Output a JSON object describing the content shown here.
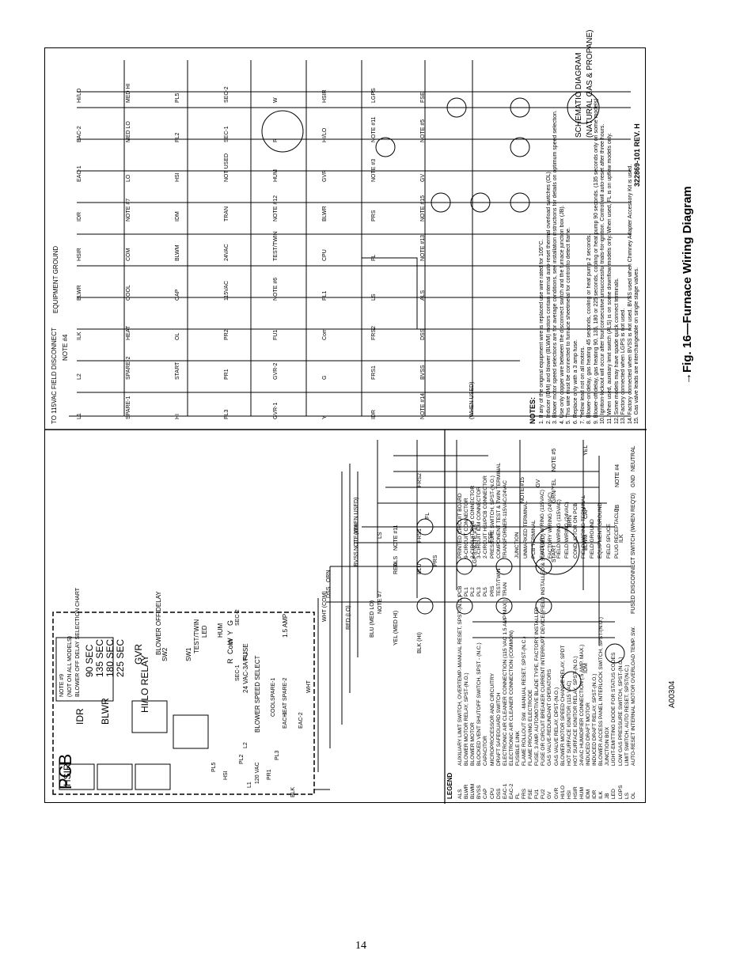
{
  "page_number": "14",
  "figure_caption": "→Fig. 16—Furnace Wiring Diagram",
  "figure_code": "A00304",
  "revision": "322869-101 REV. H",
  "schematic": {
    "title": "SCHEMATIC DIAGRAM",
    "subtitle": "(NATURAL GAS & PROPANE)",
    "field_disconnect": "TO 115VAC FIELD DISCONNECT",
    "equipment_ground": "EQUIPMENT GROUND",
    "note4": "NOTE #4",
    "labels": [
      "L1",
      "L2",
      "ILK",
      "BLWR",
      "HSIR",
      "IDR",
      "EAC-1",
      "EAC-2",
      "HI/LO",
      "SPARE-1",
      "SPARE-2",
      "HEAT",
      "COOL",
      "COM",
      "NOTE #7",
      "LO",
      "MED LO",
      "MED HI",
      "HI",
      "START",
      "OL",
      "CAP",
      "BLWM",
      "IDM",
      "HSI",
      "PL2",
      "PL5",
      "PL3",
      "PR1",
      "PR2",
      "115VAC",
      "24VAC",
      "TRAN",
      "NOT USED",
      "SEC-1",
      "SEC-2",
      "GVR-1",
      "GVR-2",
      "FU1",
      "NOTE #6",
      "TEST/TWIN",
      "NOTE #12",
      "HUM",
      "R",
      "W",
      "Y",
      "G",
      "Com",
      "PL1",
      "CPU",
      "BLWR",
      "GVR",
      "HI/LO",
      "HSIR",
      "IDR",
      "FRS1",
      "FRS2",
      "LS",
      "FL",
      "PRS",
      "NOTE #3",
      "NOTE #11",
      "LGPS",
      "NOTE #14",
      "BVSS",
      "DSS",
      "ALS",
      "NOTE #13",
      "NOTE #15",
      "GV",
      "NOTE #5",
      "FSE",
      "(WHEN USED)"
    ],
    "notes_title": "NOTES:",
    "notes": [
      "1.  If any of the original equipment wire is replaced use wire rated for 105°C.",
      "2.  Inducer (IDM) and blower (BLWM) motors contain internal auto-reset thermal overload switches (OL).",
      "3.  Blower motor speed selections are for average conditions, see installation instructions for details on optimum speed selection.",
      "4.  Use only copper wire between the disconnect switch and the furnace junction box (JB).",
      "5.  This wire must be connected to furnace sheetmetal for control to detect flame.",
      "6.  Replace only with a 3 amp fuse.",
      "7.  Yellow lead not on all motors.",
      "8.  Blower-on delay, gas heating 45 seconds, cooling or heat pump 2 seconds.",
      "9.  Blower-off delay, gas heating 90, 135, 180 or 225 seconds, cooling or heat pump 90 seconds. (135 seconds only on some models)",
      "10. Ignition-lockout will occur after four consecutive unsuccessful trials-for-ignition. Control will auto-reset after three hours.",
      "11. When used, auxiliary limit switch (ALS) is on some downflow models only. When used, FL is on upflow models only.",
      "12. Some models may have spade quick connect terminals.",
      "13. Factory connected when LGPS is not used.",
      "14. Factory connected when BVSS is not used. BVSS used when Chimney Adapter Accessory Kit is used.",
      "15. Gas valve leads are interchangeable on single stage valves."
    ]
  },
  "wiring": {
    "pcb": "PCB",
    "note9": "NOTE #9",
    "not_all": "(NOT ON ALL MODELS)",
    "chart_title": "BLOWER OFF DELAY SELECTION CHART",
    "delays": [
      "90 SEC",
      "135 SEC",
      "180 SEC",
      "225 SEC"
    ],
    "relays": [
      "GVR",
      "HI/LO RELAY",
      "BLWR",
      "IDR",
      "HSIR"
    ],
    "sw2": "SW2",
    "sw1": "SW1",
    "blower_off_delay": "BLOWER OFF DELAY",
    "test_twin": "TEST/TWIN",
    "led": "LED",
    "hum": "HUM",
    "terminals": [
      "G",
      "Y",
      "W",
      "Com",
      "R"
    ],
    "fuse": "24 VAC-3A FUSE",
    "blower_speed": "BLOWER SPEED SELECT",
    "amp_fuse": "1.5 AMP",
    "labels": [
      "PL1",
      "SEC-1",
      "SEC-2",
      "SPARE-1",
      "SPARE-2",
      "HEAT",
      "COOL",
      "EAC-1",
      "EAC-2",
      "PL3",
      "PL2",
      "PL5",
      "HSI",
      "L2",
      "L1",
      "120 VAC",
      "PR1",
      "BLK",
      "WHT",
      "DSS",
      "BVSS",
      "ALS",
      "PRS",
      "LGPS",
      "ORN",
      "NOTE #14",
      "NOTE #11",
      "NOTE #13",
      "NOTE #15",
      "GV",
      "GRN/YEL",
      "NOTE #5",
      "YEL",
      "(WHEN USED)",
      "LS",
      "FRS1",
      "FRS2",
      "FL",
      "FSE",
      "RED",
      "BLU",
      "IDM",
      "BLWM",
      "START",
      "CAP",
      "BRN",
      "JB",
      "ILK",
      "NEUTRAL",
      "GND",
      "FUSED DISCONNECT SWITCH (WHEN REQ'D)",
      "NOTE #4",
      "BLK (HI)",
      "YEL (MED HI)",
      "BLU (MED LO)",
      "RED (LO)",
      "WHT (COM)",
      "NOTE #7"
    ]
  },
  "legend": {
    "title": "LEGEND",
    "col1": [
      [
        "ALS",
        "AUXILIARY LIMIT SWITCH, OVERTEMP.-MANUAL RESET, SPST-(N.C.)"
      ],
      [
        "BLWR",
        "BLOWER MOTOR RELAY, SPST-(N.O.)"
      ],
      [
        "BLWM",
        "BLOWER MOTOR"
      ],
      [
        "BVSS",
        "BLOCKED VENT SHUTOFF SWITCH, SPST - (N.C.)"
      ],
      [
        "CAP",
        "CAPACITOR"
      ],
      [
        "CPU",
        "MICROPROCESSOR AND CIRCUITRY"
      ],
      [
        "DSS",
        "DRAFT SAFEGUARD SWITCH"
      ],
      [
        "EAC-1",
        "ELECTRONIC AIR CLEANER CONNECTION (115 VAC 1.5 AMP MAX.)"
      ],
      [
        "EAC-2",
        "ELECTRONIC AIR CLEANER CONNECTION (COMMON)"
      ],
      [
        "FL",
        "FUSIBLE LINK"
      ],
      [
        "FRS",
        "FLAME ROLLOUT SW. -MANUAL RESET, SPST-(N.C.)"
      ],
      [
        "FSE",
        "FLAME PROVING ELECTRODE"
      ],
      [
        "FU1",
        "FUSE, 3 AMP, AUTOMOTIVE BLADE TYPE, FACTORY INSTALLED"
      ],
      [
        "FU2",
        "FUSE OR CIRCUIT BREAKER CURRENT INTERRUPT DEVICE (FIELD INSTALLED & SUPPLIED)"
      ],
      [
        "GV",
        "GAS VALVE-REDUNDANT OPERATORS"
      ],
      [
        "GVR",
        "GAS VALVE RELAY, DPST-(N.O.)"
      ],
      [
        "HI/LO",
        "BLOWER MOTOR SPEED CHANGE RELAY, SPDT"
      ],
      [
        "HSI",
        "HOT SURFACE IGNITOR (115 VAC)"
      ],
      [
        "HSIR",
        "HOT SURFACE IGNITOR RELAY, SPST-(N.O.)"
      ],
      [
        "HUM",
        "24VAC HUMIDIFIER CONNECTION (.5 AMP. MAX.)"
      ],
      [
        "IDM",
        "INDUCED DRAFT MOTOR"
      ],
      [
        "IDR",
        "INDUCED DRAFT RELAY, SPST-(N.O.)"
      ],
      [
        "ILK",
        "BLOWER ACCESS PANEL INTERLOCK SWITCH, SPST-(N.O.)"
      ],
      [
        "JB",
        "JUNCTION BOX"
      ],
      [
        "LED",
        "LIGHT-EMITTING DIODE FOR STATUS CODES"
      ],
      [
        "LGPS",
        "LOW GAS PRESSURE SWITCH, SPST-(N.O.)"
      ],
      [
        "LS",
        "LIMIT SWITCH, AUTO RESET, SPST(N.C.)"
      ],
      [
        "OL",
        "AUTO-RESET INTERNAL MOTOR OVERLOAD TEMP. SW."
      ]
    ],
    "col2": [
      [
        "PCB",
        "PRINTED CIRCUIT BOARD"
      ],
      [
        "PL1",
        "9-CIRCUIT CONNECTOR"
      ],
      [
        "PL2",
        "2-CIRCUIT PCB CONNECTOR"
      ],
      [
        "PL3",
        "3-CIRCUIT IDM CONNECTOR"
      ],
      [
        "PL5",
        "2-CIRCUIT HSI/PCB CONNECTOR"
      ],
      [
        "PRS",
        "PRESSURE SWITCH, SPST-(N.O.)"
      ],
      [
        "TEST/TWIN",
        "COMPONENT TEST & TWIN TERMINAL"
      ],
      [
        "TRAN",
        "TRANSFORMER-115VAC/24VAC"
      ]
    ],
    "col3": [
      "JUNCTION",
      "UNMARKED TERMINAL",
      "PCB TERMINAL",
      "FACTORY WIRING (115VAC)",
      "FACTORY WIRING (24VAC)",
      "FIELD WIRING (115VAC)",
      "FIELD WIRING (24VAC)",
      "CONDUCTOR ON PCB",
      "FIELD WIRING TERMINAL",
      "FIELD GROUND",
      "EQUIPMENT GROUND",
      "FIELD SPLICE",
      "PLUG RECEPTACLE"
    ]
  }
}
